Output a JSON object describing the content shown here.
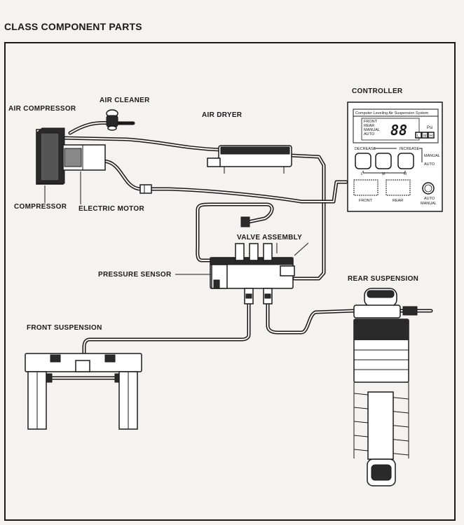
{
  "title": "CLASS COMPONENT PARTS",
  "labels": {
    "air_compressor": "AIR COMPRESSOR",
    "air_cleaner": "AIR CLEANER",
    "air_dryer": "AIR DRYER",
    "controller": "CONTROLLER",
    "compressor": "COMPRESSOR",
    "electric_motor": "ELECTRIC MOTOR",
    "valve_assembly": "VALVE ASSEMBLY",
    "pressure_sensor": "PRESSURE SENSOR",
    "rear_suspension": "REAR SUSPENSION",
    "front_suspension": "FRONT SUSPENSION"
  },
  "controller_panel": {
    "system_name": "Computer Leveling Air Suspension System",
    "modes": [
      "FRONT",
      "REAR",
      "MANUAL",
      "AUTO"
    ],
    "display_value": "88",
    "unit": "Psi",
    "level_keys": [
      "L",
      "M",
      "H"
    ],
    "decrease_label": "DECREASE",
    "increase_label": "INCREASE",
    "manual_label": "MANUAL",
    "auto_label": "AUTO",
    "scale_labels": [
      "L",
      "M",
      "H"
    ],
    "front_button": "FRONT",
    "rear_button": "REAR",
    "auto_manual_line1": "AUTO",
    "auto_manual_line2": "MANUAL"
  }
}
